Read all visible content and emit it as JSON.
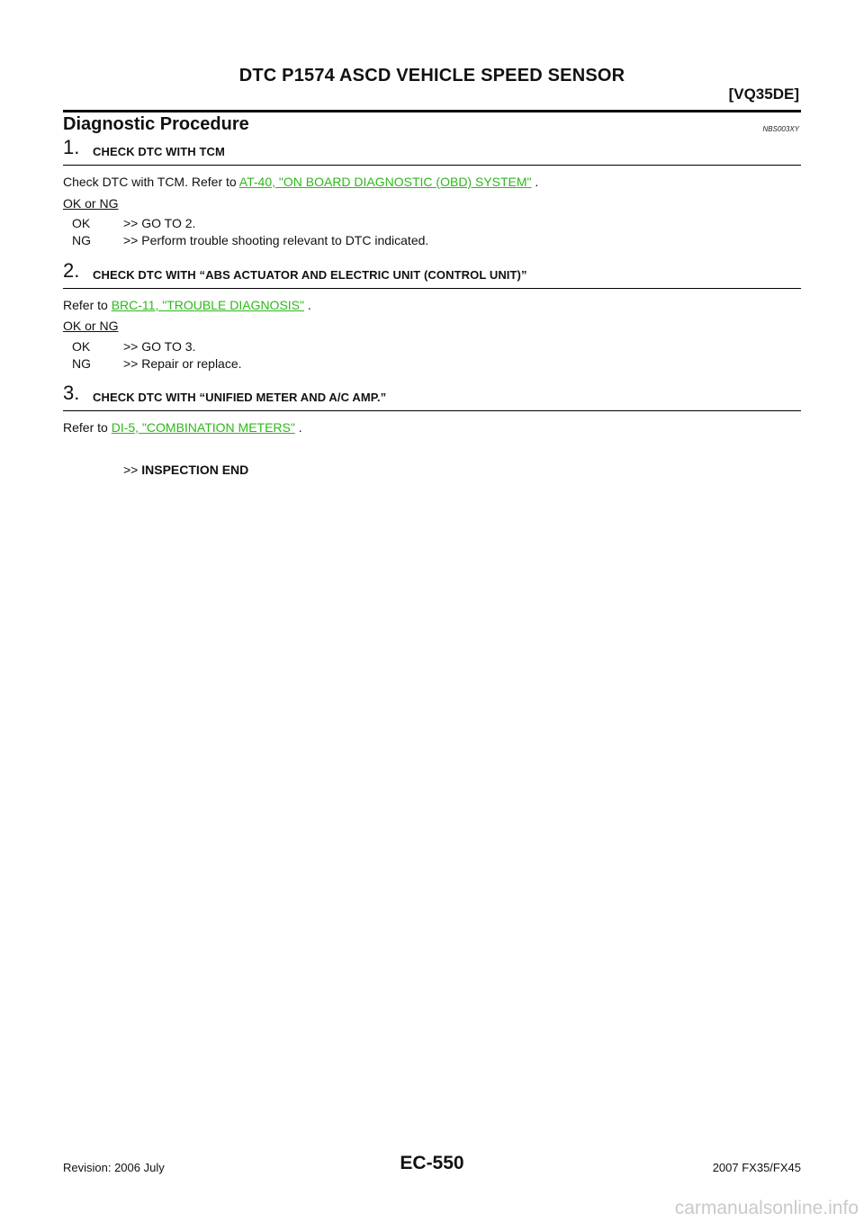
{
  "header": {
    "title": "DTC P1574 ASCD VEHICLE SPEED SENSOR",
    "engine_code": "[VQ35DE]"
  },
  "section": {
    "title": "Diagnostic Procedure",
    "code": "NBS003XY"
  },
  "steps": [
    {
      "number": "1.",
      "title": "CHECK DTC WITH TCM",
      "text_before": "Check DTC with TCM. Refer to ",
      "link": "AT-40, \"ON BOARD DIAGNOSTIC (OBD) SYSTEM\"",
      "text_after": " .",
      "okng_label": "OK or NG",
      "options": [
        {
          "key": "OK",
          "text": ">> GO TO 2."
        },
        {
          "key": "NG",
          "text": ">> Perform trouble shooting relevant to DTC indicated."
        }
      ]
    },
    {
      "number": "2.",
      "title": "CHECK DTC WITH “ABS ACTUATOR AND ELECTRIC UNIT (CONTROL UNIT)”",
      "text_before": "Refer to ",
      "link": "BRC-11, \"TROUBLE DIAGNOSIS\"",
      "text_after": " .",
      "okng_label": "OK or NG",
      "options": [
        {
          "key": "OK",
          "text": ">> GO TO 3."
        },
        {
          "key": "NG",
          "text": ">> Repair or replace."
        }
      ]
    },
    {
      "number": "3.",
      "title": "CHECK DTC WITH “UNIFIED METER AND A/C AMP.”",
      "text_before": "Refer to ",
      "link": "DI-5, \"COMBINATION METERS\"",
      "text_after": " .",
      "end_prefix": ">>",
      "end_text": "INSPECTION END"
    }
  ],
  "footer": {
    "revision": "Revision: 2006 July",
    "page": "EC-550",
    "model": "2007 FX35/FX45",
    "watermark": "carmanualsonline.info"
  }
}
